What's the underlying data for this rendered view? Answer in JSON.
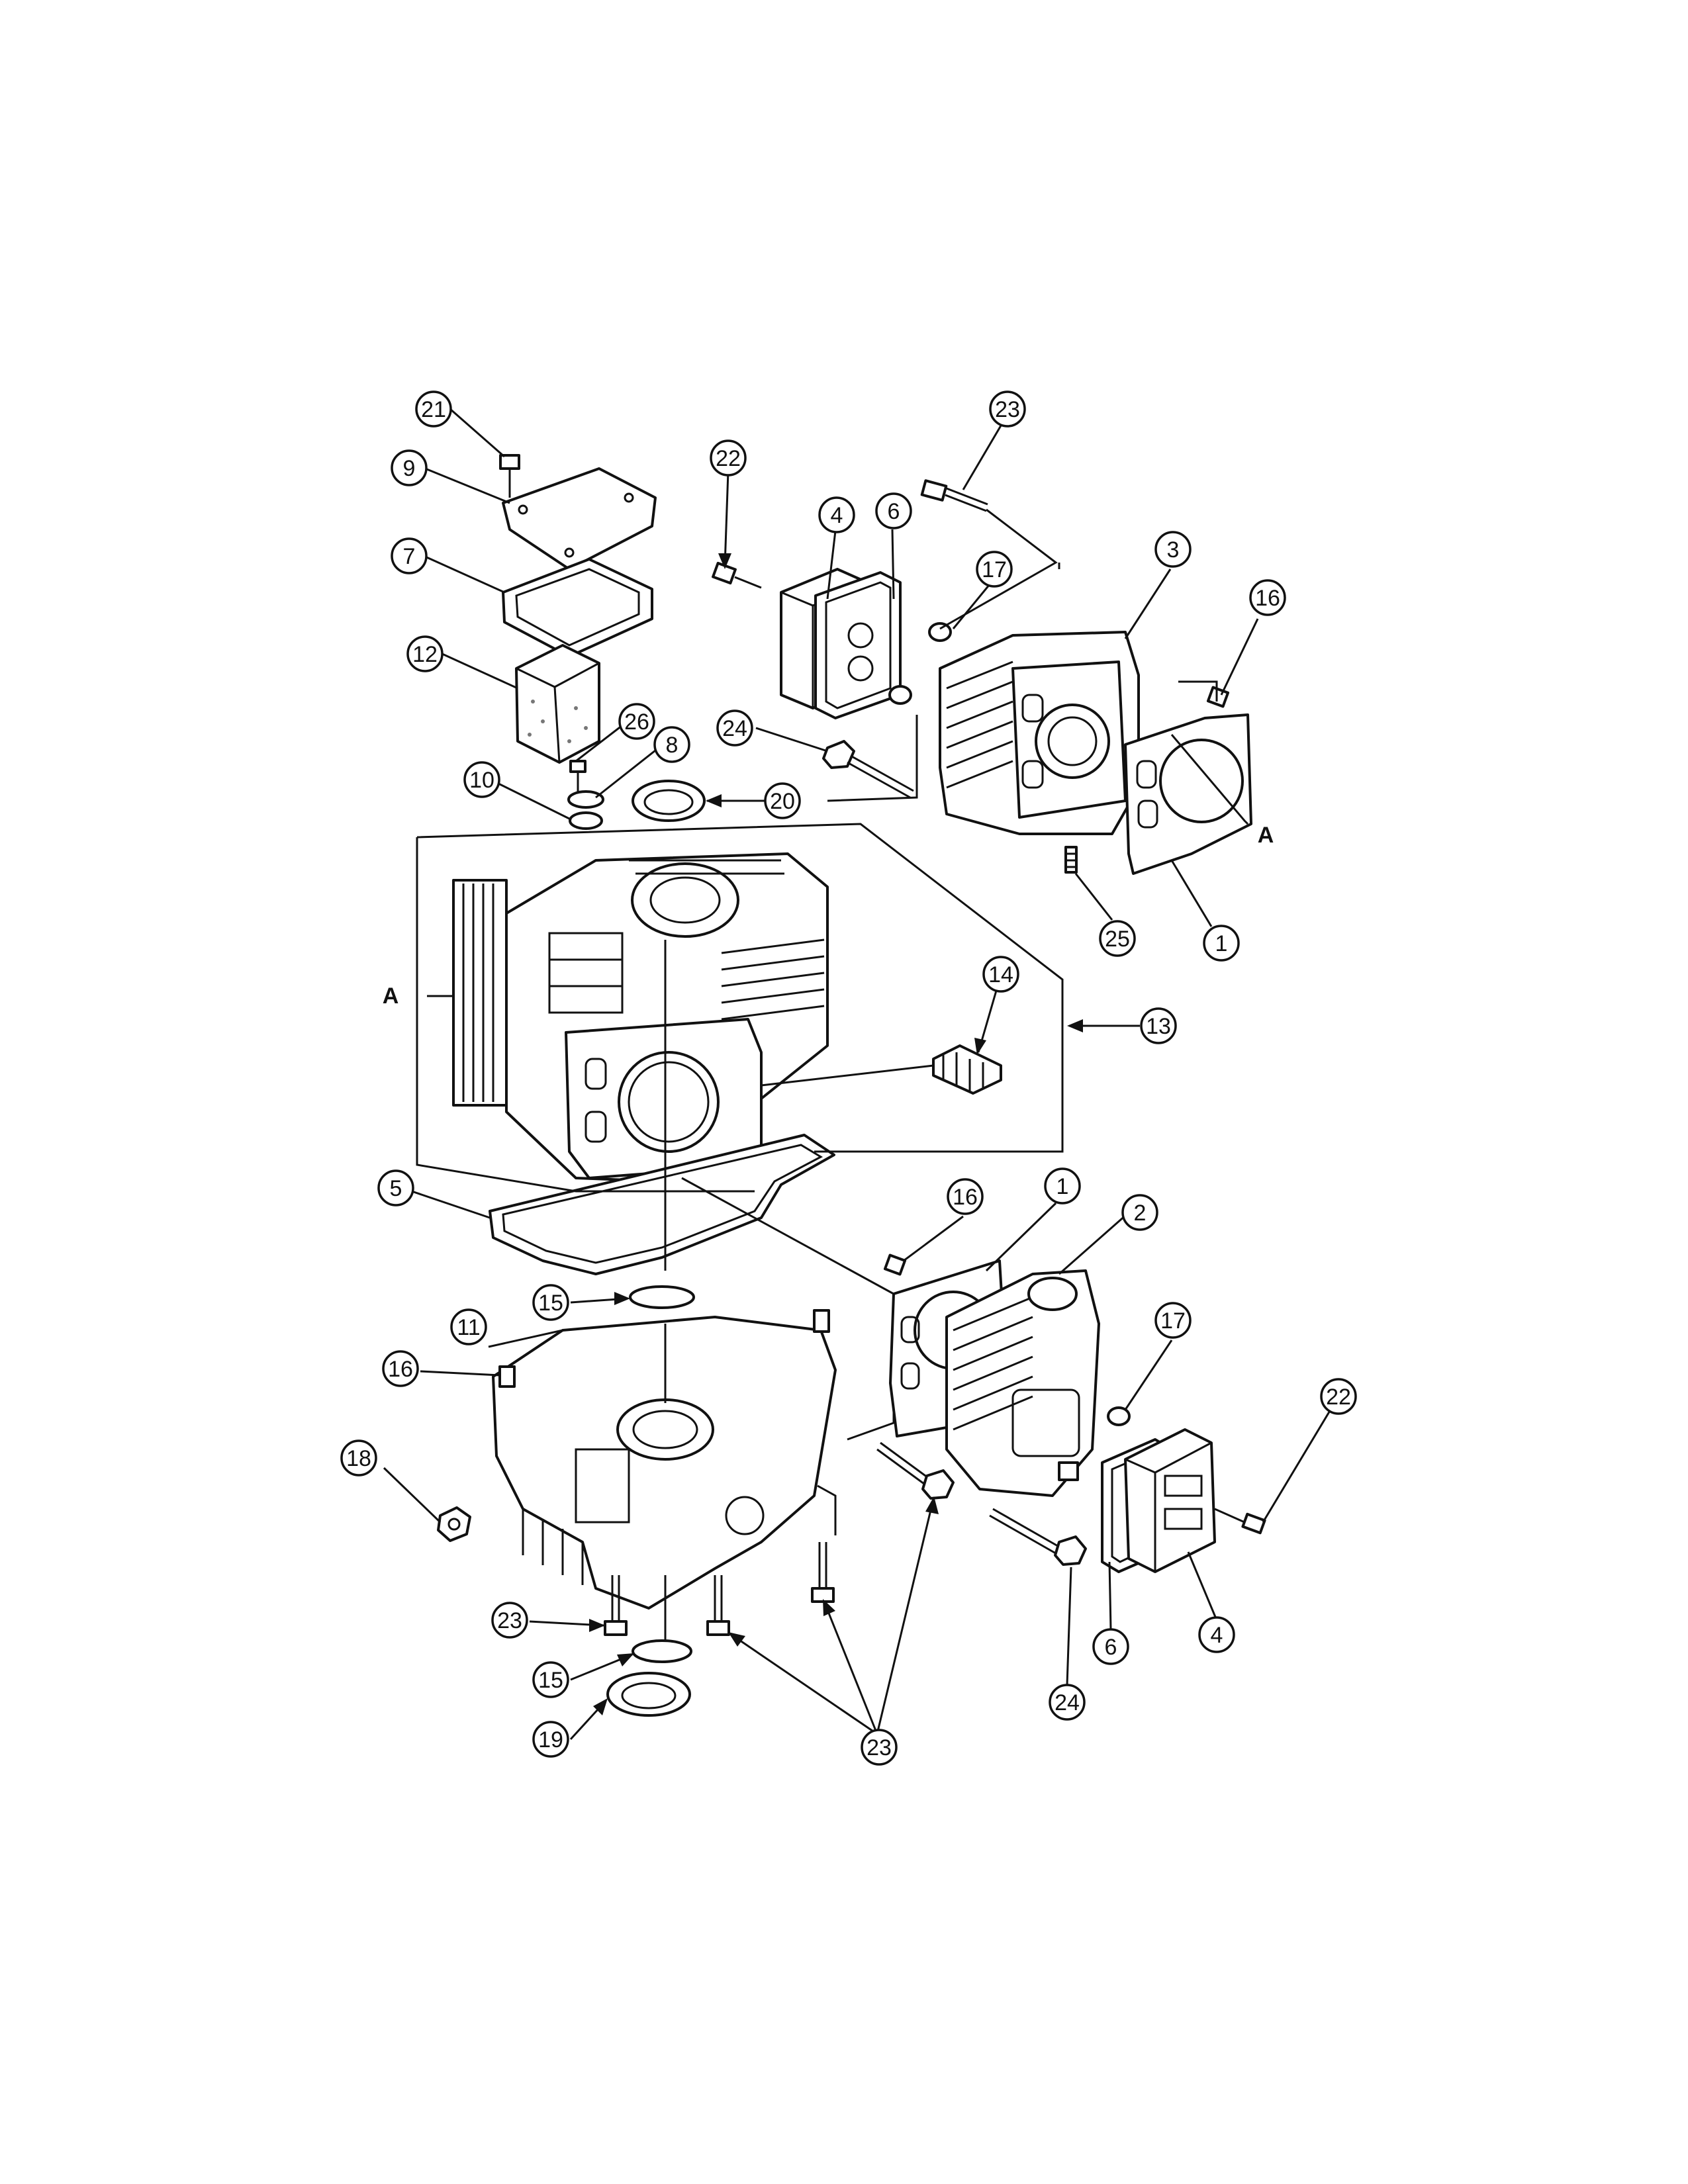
{
  "callouts": [
    {
      "id": "c21a",
      "num": "21"
    },
    {
      "id": "c9",
      "num": "9"
    },
    {
      "id": "c7",
      "num": "7"
    },
    {
      "id": "c12",
      "num": "12"
    },
    {
      "id": "c26",
      "num": "26"
    },
    {
      "id": "c8",
      "num": "8"
    },
    {
      "id": "c10",
      "num": "10"
    },
    {
      "id": "c20",
      "num": "20"
    },
    {
      "id": "c22a",
      "num": "22"
    },
    {
      "id": "c4a",
      "num": "4"
    },
    {
      "id": "c6a",
      "num": "6"
    },
    {
      "id": "c23a",
      "num": "23"
    },
    {
      "id": "c17a",
      "num": "17"
    },
    {
      "id": "c3",
      "num": "3"
    },
    {
      "id": "c16a",
      "num": "16"
    },
    {
      "id": "c24a",
      "num": "24"
    },
    {
      "id": "c25",
      "num": "25"
    },
    {
      "id": "c1a",
      "num": "1"
    },
    {
      "id": "c14",
      "num": "14"
    },
    {
      "id": "c13",
      "num": "13"
    },
    {
      "id": "c5",
      "num": "5"
    },
    {
      "id": "c16b",
      "num": "16"
    },
    {
      "id": "c1b",
      "num": "1"
    },
    {
      "id": "c2",
      "num": "2"
    },
    {
      "id": "c15a",
      "num": "15"
    },
    {
      "id": "c11",
      "num": "11"
    },
    {
      "id": "c16c",
      "num": "16"
    },
    {
      "id": "c17b",
      "num": "17"
    },
    {
      "id": "c22b",
      "num": "22"
    },
    {
      "id": "c18",
      "num": "18"
    },
    {
      "id": "c23b",
      "num": "23"
    },
    {
      "id": "c15b",
      "num": "15"
    },
    {
      "id": "c19",
      "num": "19"
    },
    {
      "id": "c23c",
      "num": "23"
    },
    {
      "id": "c24b",
      "num": "24"
    },
    {
      "id": "c6b",
      "num": "6"
    },
    {
      "id": "c4b",
      "num": "4"
    }
  ],
  "ref_letters": {
    "a_left": "A",
    "a_right": "A"
  }
}
